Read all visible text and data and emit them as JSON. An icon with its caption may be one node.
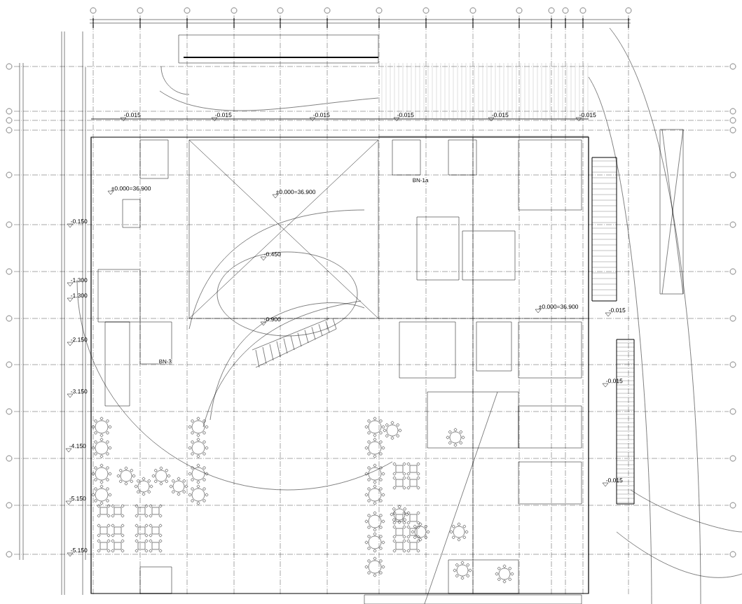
{
  "diagram": {
    "labels": [
      "-0.015",
      "-0.015",
      "-0.015",
      "-0.015",
      "-0.015",
      "-0.015",
      "BN-1a",
      "±0.000=36.900",
      "±0.000=36.900",
      "-0.150",
      "-0.450",
      "-1.300",
      "-1.300",
      "±0.000=36.900",
      "-0.015",
      "-0.900",
      "-2.150",
      "BN-3",
      "-0.015",
      "-3.150",
      "-4.150",
      "-0.015",
      "-5.150",
      "-5.150"
    ]
  }
}
